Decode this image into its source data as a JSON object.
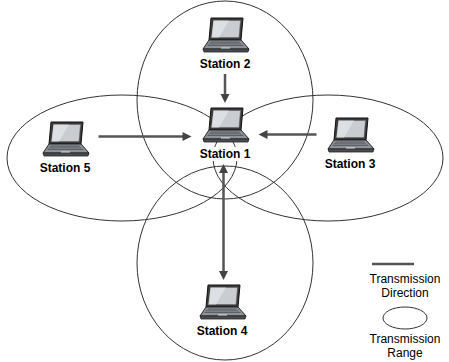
{
  "diagram": {
    "nodes": [
      {
        "text": [
          "Station 2"
        ]
      },
      {
        "text": [
          "Station 5"
        ]
      },
      {
        "text": [
          "Station 1"
        ]
      },
      {
        "text": [
          "Station 3"
        ]
      },
      {
        "text": [
          "Station 4"
        ]
      }
    ],
    "edges": [
      {
        "from": 0,
        "to": 2,
        "arrow": "to"
      },
      {
        "from": 1,
        "to": 2,
        "arrow": "to"
      },
      {
        "from": 3,
        "to": 2,
        "arrow": "to"
      },
      {
        "from": 4,
        "to": 2,
        "arrow": "both"
      }
    ],
    "legend": [
      {
        "text": "Transmission Direction"
      },
      {
        "text": "Transmission Range"
      }
    ]
  }
}
